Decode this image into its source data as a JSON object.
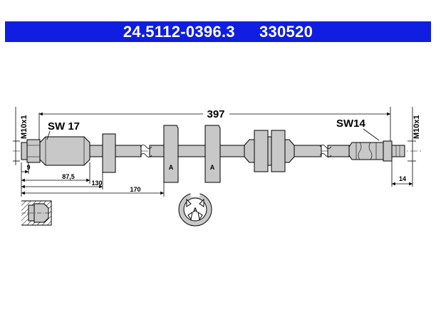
{
  "header": {
    "part_number": "24.5112-0396.3",
    "ref_number": "330520",
    "background_color": "#0f1ee0"
  },
  "dimensions": {
    "overall_length": "397",
    "d1": "9",
    "d2": "87,5",
    "d3": "130",
    "d4": "170",
    "d_right": "14"
  },
  "fittings": {
    "left_wrench": "SW 17",
    "right_wrench": "SW14",
    "left_thread": "M10x1",
    "right_thread": "M10x1"
  },
  "brackets": {
    "mark_1": "A",
    "mark_2": "A",
    "detail_mark": "A"
  }
}
